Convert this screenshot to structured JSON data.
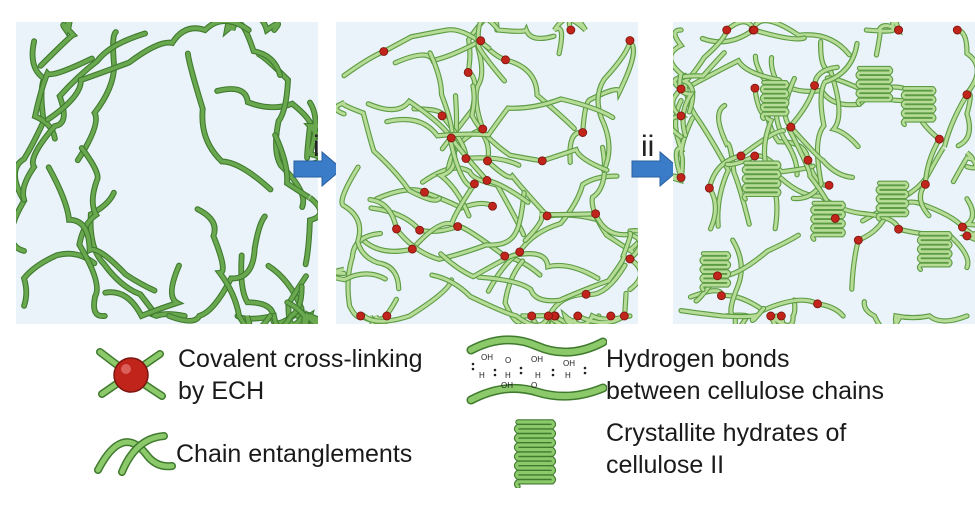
{
  "steps": [
    "i",
    "ii"
  ],
  "legend": {
    "crosslink_line1": "Covalent cross-linking",
    "crosslink_line2": "by ECH",
    "entanglement": "Chain entanglements",
    "hbond_line1": "Hydrogen bonds",
    "hbond_line2": "between cellulose chains",
    "crystallite_line1": "Crystallite hydrates of",
    "crystallite_line2": "cellulose II",
    "oh": "OH",
    "h": "H",
    "o": "O"
  },
  "colors": {
    "chain": "#6aa84f",
    "chain_dark": "#3f7a2e",
    "chain_light": "#b6dc97",
    "crosslink": "#c0241b",
    "panel_bg": "#e9f3f9",
    "arrow": "#3b7cc8"
  }
}
